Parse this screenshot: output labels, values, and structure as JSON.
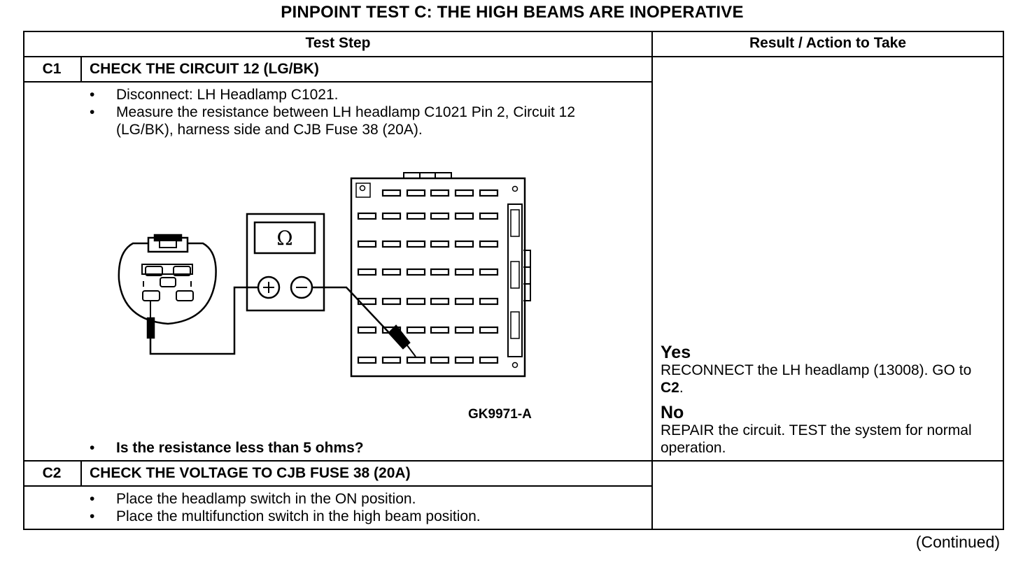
{
  "title": "PINPOINT TEST  C: THE HIGH BEAMS ARE INOPERATIVE",
  "headers": {
    "test_step": "Test Step",
    "result": "Result / Action to Take"
  },
  "steps": [
    {
      "id": "C1",
      "title": "CHECK THE CIRCUIT 12 (LG/BK)",
      "bullets": [
        "Disconnect: LH Headlamp C1021.",
        "Measure the resistance between LH headlamp C1021 Pin 2, Circuit 12 (LG/BK), harness side and CJB Fuse 38 (20A)."
      ],
      "question": "Is the resistance less than 5 ohms?",
      "figure_label": "GK9971-A",
      "meter_symbol": "Ω",
      "results": {
        "yes_label": "Yes",
        "yes_text": "RECONNECT the LH headlamp (13008). GO to",
        "yes_goto": "C2",
        "no_label": "No",
        "no_text": "REPAIR the circuit. TEST the system for normal operation."
      }
    },
    {
      "id": "C2",
      "title": "CHECK THE VOLTAGE TO CJB FUSE 38 (20A)",
      "bullets": [
        "Place the headlamp switch in the ON position.",
        "Place the multifunction switch in the high beam position."
      ]
    }
  ],
  "footer": "(Continued)"
}
